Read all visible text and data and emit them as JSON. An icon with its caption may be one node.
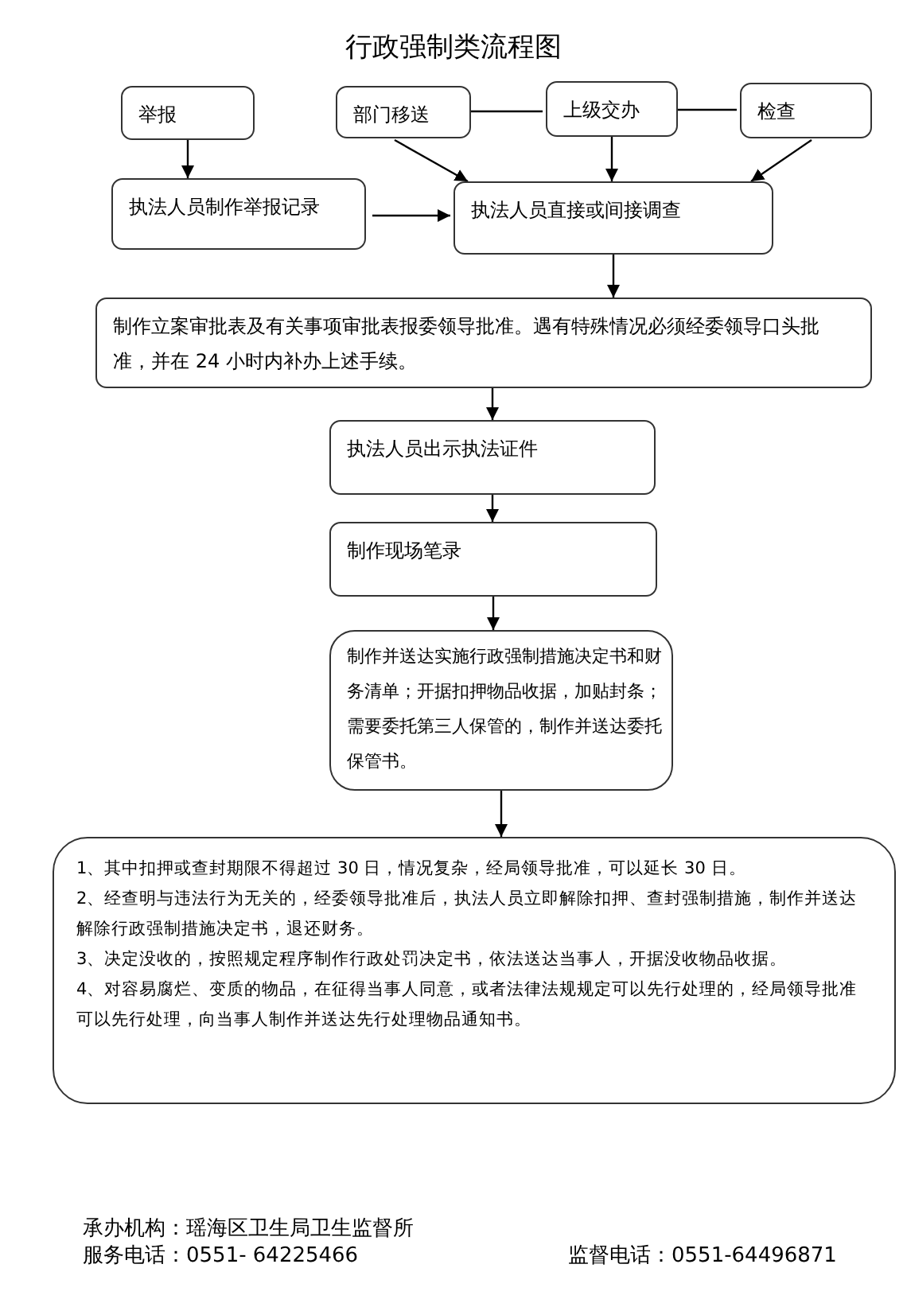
{
  "diagram": {
    "title": "行政强制类流程图",
    "nodes": [
      {
        "text": [
          "举报"
        ]
      },
      {
        "text": [
          "部门移送"
        ]
      },
      {
        "text": [
          "上级交办"
        ]
      },
      {
        "text": [
          "检查"
        ]
      },
      {
        "text": [
          "执法人员制作举报记录"
        ]
      },
      {
        "text": [
          "执法人员直接或间接调查"
        ]
      },
      {
        "text": [
          "制作立案审批表及有关事项审批表报委领导批准。遇有特殊情况必须经委领导口头批准，并在 24 小时内补办上述手续。"
        ]
      },
      {
        "text": [
          "执法人员出示执法证件"
        ]
      },
      {
        "text": [
          "制作现场笔录"
        ]
      },
      {
        "text": [
          "制作并送达实施行政强制措施决定书和财务清单；开据扣押物品收据，加贴封条；需要委托第三人保管的，制作并送达委托保管书。"
        ]
      },
      {
        "text": [
          "1、其中扣押或查封期限不得超过 30 日，情况复杂，经局领导批准，可以延长 30 日。",
          "2、经查明与违法行为无关的，经委领导批准后，执法人员立即解除扣押、查封强制措施，制作并送达解除行政强制措施决定书，退还财务。",
          "3、决定没收的，按照规定程序制作行政处罚决定书，依法送达当事人，开据没收物品收据。",
          "4、对容易腐烂、变质的物品，在征得当事人同意，或者法律法规规定可以先行处理的，经局领导批准可以先行处理，向当事人制作并送达先行处理物品通知书。"
        ]
      }
    ],
    "edges": [
      {
        "from": 0,
        "to": 4,
        "arrow": "to"
      },
      {
        "from": 4,
        "to": 5,
        "arrow": "to"
      },
      {
        "from": 1,
        "to": 2,
        "arrow": "none"
      },
      {
        "from": 2,
        "to": 3,
        "arrow": "none"
      },
      {
        "from": 1,
        "to": 5,
        "arrow": "to"
      },
      {
        "from": 2,
        "to": 5,
        "arrow": "to"
      },
      {
        "from": 3,
        "to": 5,
        "arrow": "to"
      },
      {
        "from": 5,
        "to": 6,
        "arrow": "to"
      },
      {
        "from": 6,
        "to": 7,
        "arrow": "to"
      },
      {
        "from": 7,
        "to": 8,
        "arrow": "to"
      },
      {
        "from": 8,
        "to": 9,
        "arrow": "to"
      },
      {
        "from": 9,
        "to": 10,
        "arrow": "to"
      }
    ],
    "labels": [
      "承办机构：瑶海区卫生局卫生监督所",
      "服务电话：0551- 64225466",
      "监督电话：0551-64496871"
    ]
  }
}
